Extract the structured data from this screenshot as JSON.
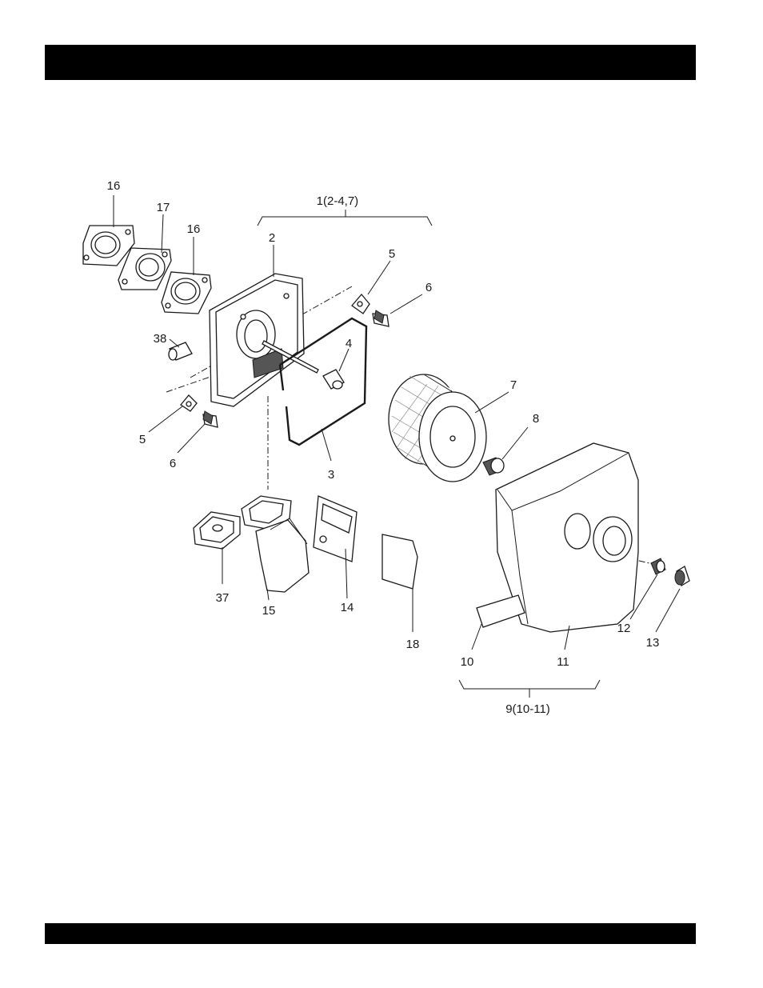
{
  "header_bar": "",
  "footer_bar": "",
  "callouts": {
    "c1": "1",
    "c1_range": "(2-4,7)",
    "c2": "2",
    "c3": "3",
    "c4": "4",
    "c5a": "5",
    "c5b": "5",
    "c6a": "6",
    "c6b": "6",
    "c7": "7",
    "c8": "8",
    "c9": "9(10-11)",
    "c10": "10",
    "c11": "11",
    "c12": "12",
    "c13": "13",
    "c14": "14",
    "c15": "15",
    "c16a": "16",
    "c16b": "16",
    "c17": "17",
    "c18": "18",
    "c37": "37",
    "c38": "38"
  }
}
